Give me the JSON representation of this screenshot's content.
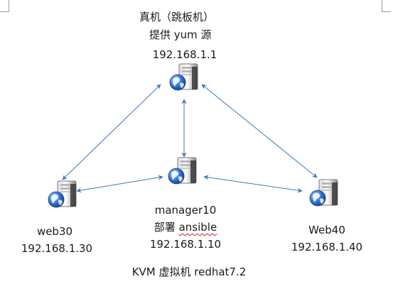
{
  "nodes": {
    "host": {
      "title": "真机（跳板机）",
      "role": "提供 yum 源",
      "ip": "192.168.1.1",
      "icon": "server-globe-icon"
    },
    "manager": {
      "name": "manager10",
      "role_prefix": "部署 ",
      "role_tool": "ansible",
      "ip": "192.168.1.10",
      "icon": "server-globe-icon"
    },
    "web30": {
      "name": "web30",
      "ip": "192.168.1.30",
      "icon": "server-globe-icon"
    },
    "web40": {
      "name": "Web40",
      "ip": "192.168.1.40",
      "icon": "server-globe-icon"
    }
  },
  "caption": "KVM 虚拟机 redhat7.2",
  "colors": {
    "connector": "#3b78b8",
    "text": "#1a1a1a"
  }
}
